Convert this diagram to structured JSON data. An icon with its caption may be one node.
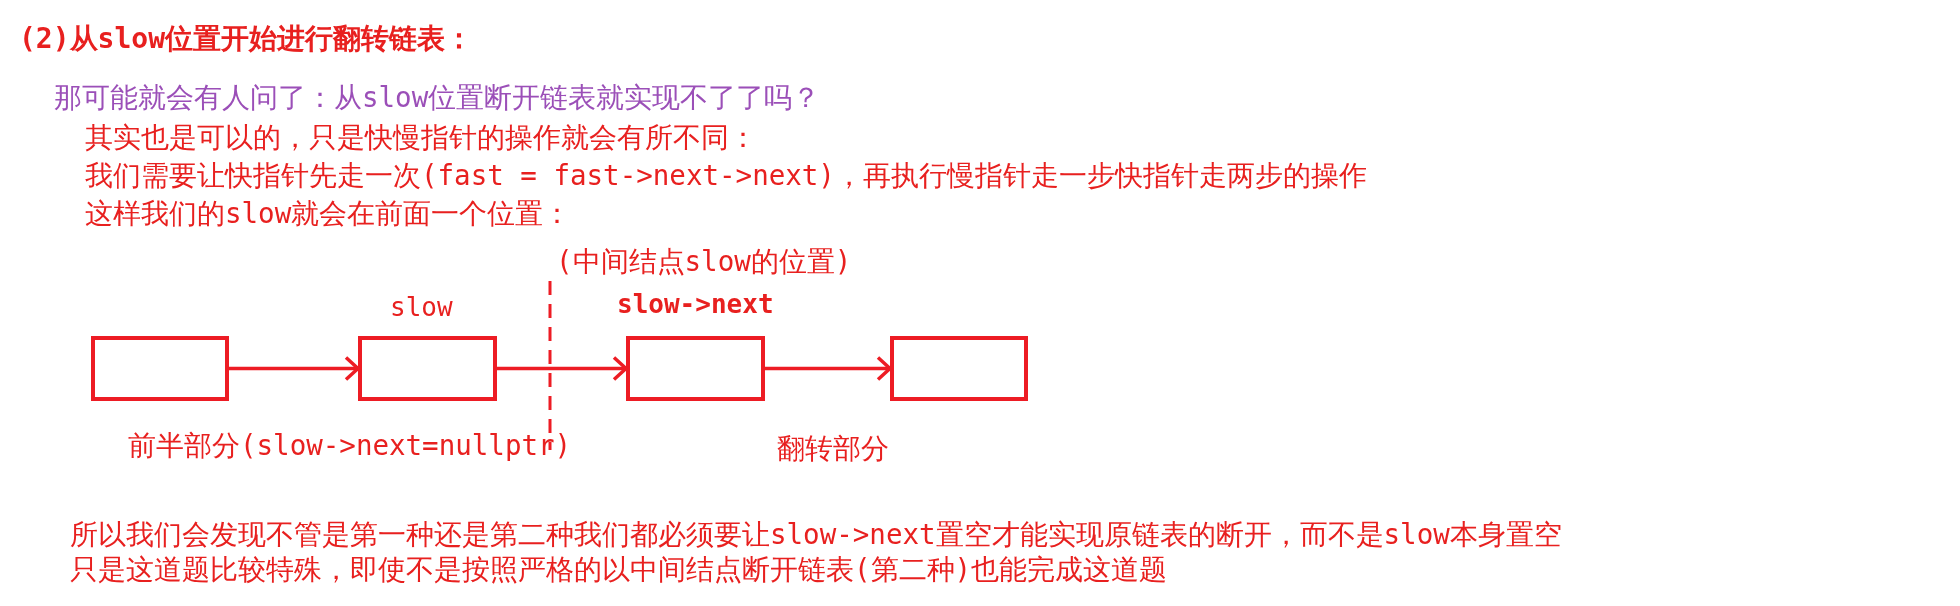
{
  "diagram": {
    "title": "(2)从slow位置开始进行翻转链表：",
    "nodes": [
      {
        "text": [],
        "shape": "box"
      },
      {
        "text": [],
        "shape": "box",
        "beside": [
          "slow"
        ]
      },
      {
        "text": [],
        "shape": "box",
        "beside": [
          "slow->next"
        ]
      },
      {
        "text": [],
        "shape": "box"
      }
    ],
    "edges": [
      {
        "from": 0,
        "to": 1,
        "arrow": "to"
      },
      {
        "from": 1,
        "to": 2,
        "arrow": "to"
      },
      {
        "from": 2,
        "to": 3,
        "arrow": "to"
      }
    ],
    "labels": [
      "那可能就会有人问了：从slow位置断开链表就实现不了了吗？",
      "其实也是可以的，只是快慢指针的操作就会有所不同：",
      "我们需要让快指针先走一次(fast = fast->next->next)，再执行慢指针走一步快指针走两步的操作",
      "这样我们的slow就会在前面一个位置：",
      "(中间结点slow的位置)",
      "前半部分(slow->next=nullptr)",
      "翻转部分",
      "所以我们会发现不管是第一种还是第二种我们都必须要让slow->next置空才能实现原链表的断开，而不是slow本身置空",
      "只是这道题比较特殊，即使不是按照严格的以中间结点断开链表(第二种)也能完成这道题"
    ]
  }
}
